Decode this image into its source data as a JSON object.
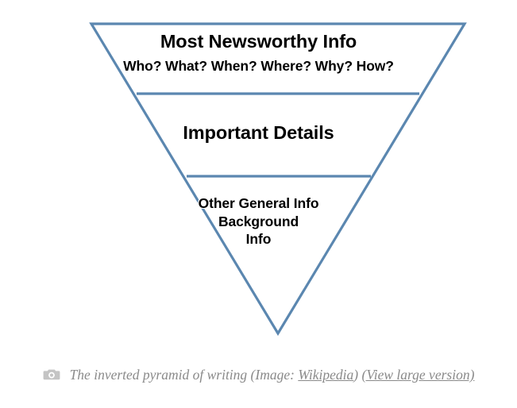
{
  "figure": {
    "name": "inverted-pyramid-of-writing",
    "colors": {
      "outline": "#5b87b0",
      "fill": "#ffffff",
      "text": "#000000",
      "caption_text": "#8a8a8a",
      "background": "#ffffff"
    },
    "tiers": [
      {
        "id": "tier-1",
        "title": "Most Newsworthy Info",
        "subtitle": "Who? What? When? Where? Why? How?"
      },
      {
        "id": "tier-2",
        "title": "Important Details"
      },
      {
        "id": "tier-3",
        "lines": [
          "Other General Info",
          "Background",
          "Info"
        ]
      }
    ]
  },
  "caption": {
    "icon": "camera-icon",
    "before_link": "The inverted pyramid of writing (Image: ",
    "source_link": "Wikipedia",
    "after_link": ") ",
    "view_large_link": "(View large version)"
  }
}
